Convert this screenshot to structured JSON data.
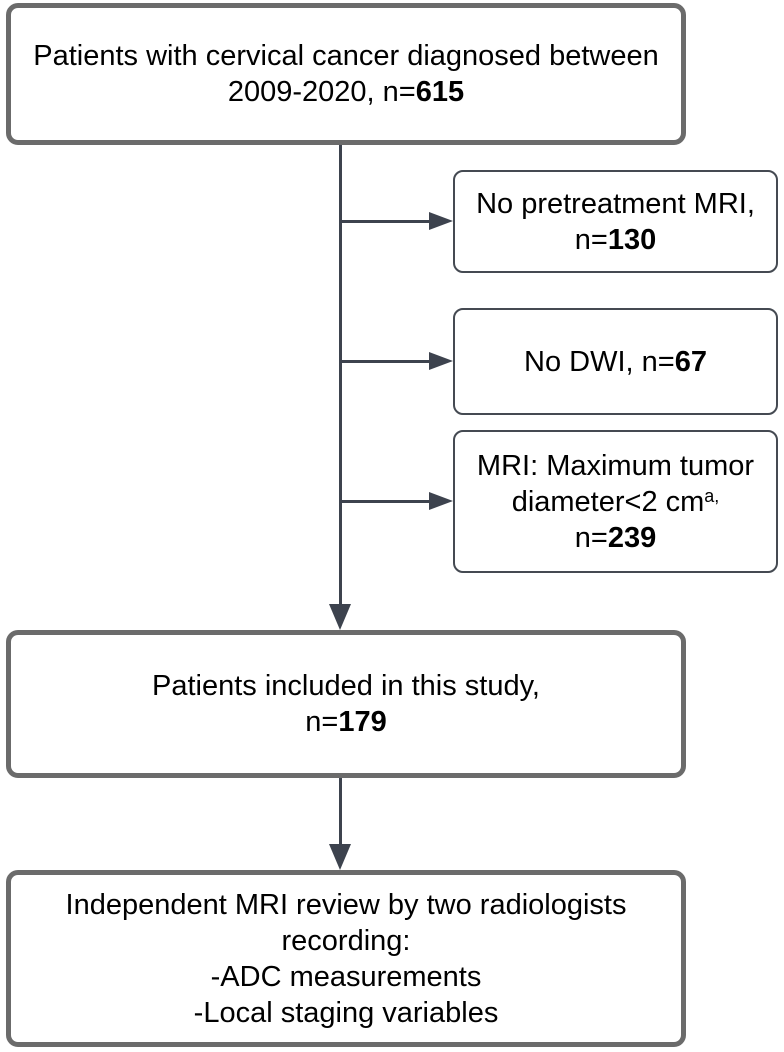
{
  "diagram": {
    "type": "flowchart",
    "topic": "study-patient-selection",
    "colors": {
      "background": "#ffffff",
      "primary_box_border": "#6b6b6b",
      "secondary_box_border": "#454a52",
      "connector": "#3d434e",
      "text": "#000000"
    },
    "boxes": {
      "top": {
        "line1": "Patients with cervical cancer diagnosed between",
        "line2_prefix": "2009-2020, n=",
        "n": "615"
      },
      "exclusion1": {
        "line1": "No pretreatment MRI,",
        "line2_prefix": "n=",
        "n": "130"
      },
      "exclusion2": {
        "line1_prefix": "No DWI, n=",
        "n": "67"
      },
      "exclusion3": {
        "line1": "MRI: Maximum tumor",
        "line2_prefix": "diameter<2 cm",
        "line2_superscript": "a,",
        "line3_prefix": "n=",
        "n": "239"
      },
      "included": {
        "line1": "Patients included in this study,",
        "line2_prefix": "n=",
        "n": "179"
      },
      "review": {
        "line1": "Independent MRI review by two radiologists",
        "line2": "recording:",
        "line3": "-ADC measurements",
        "line4": "-Local staging variables"
      }
    }
  }
}
